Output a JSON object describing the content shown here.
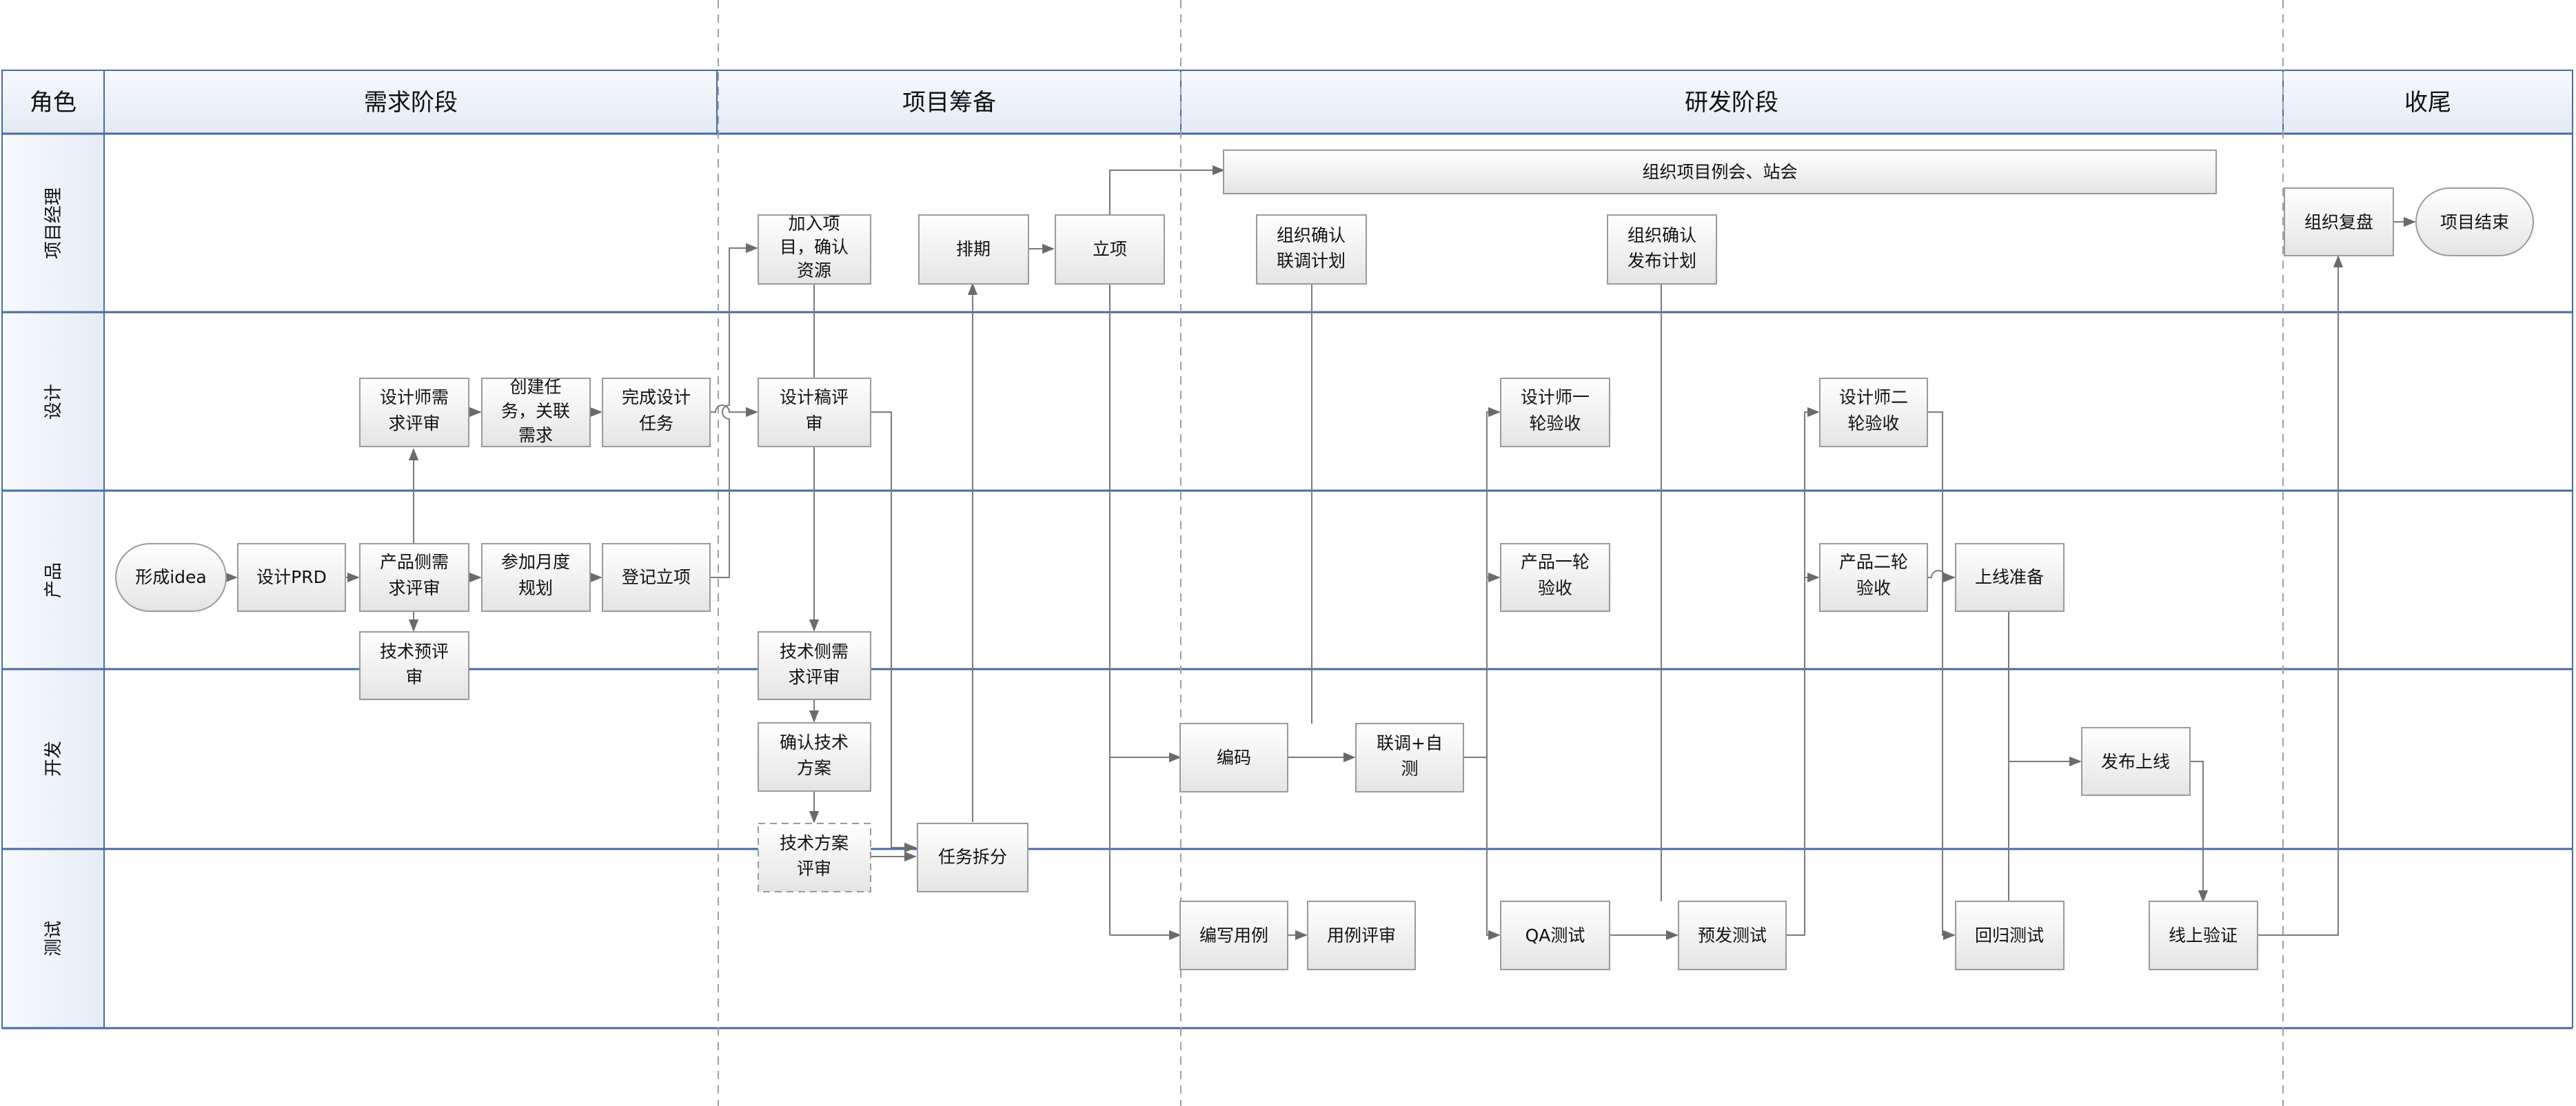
{
  "header": {
    "role": "角色",
    "phase_requirements": "需求阶段",
    "phase_preparation": "项目筹备",
    "phase_development": "研发阶段",
    "phase_closing": "收尾"
  },
  "lanes": {
    "pm": "项目经理",
    "design": "设计",
    "product": "产品",
    "dev": "开发",
    "test": "测试"
  },
  "nodes": {
    "form_idea": "形成idea",
    "design_prd": "设计PRD",
    "product_review_1": "产品侧需",
    "product_review_2": "求评审",
    "monthly_plan_1": "参加月度",
    "monthly_plan_2": "规划",
    "register_1": "登记立项",
    "tech_prereview_1": "技术预评",
    "tech_prereview_2": "审",
    "designer_review_1": "设计师需",
    "designer_review_2": "求评审",
    "create_task_1": "创建任",
    "create_task_2": "务，关联",
    "create_task_3": "需求",
    "finish_design_1": "完成设计",
    "finish_design_2": "任务",
    "join_project_1": "加入项",
    "join_project_2": "目，确认",
    "join_project_3": "资源",
    "schedule": "排期",
    "kickoff": "立项",
    "draft_review_1": "设计稿评",
    "draft_review_2": "审",
    "tech_req_review_1": "技术侧需",
    "tech_req_review_2": "求评审",
    "confirm_tech_1": "确认技术",
    "confirm_tech_2": "方案",
    "tech_plan_review_1": "技术方案",
    "tech_plan_review_2": "评审",
    "task_split": "任务拆分",
    "meetings": "组织项目例会、站会",
    "confirm_joint_1": "组织确认",
    "confirm_joint_2": "联调计划",
    "confirm_release_1": "组织确认",
    "confirm_release_2": "发布计划",
    "coding": "编码",
    "joint_debug_1": "联调+自",
    "joint_debug_2": "测",
    "write_cases": "编写用例",
    "case_review": "用例评审",
    "designer_accept1_1": "设计师一",
    "designer_accept1_2": "轮验收",
    "product_accept1_1": "产品一轮",
    "product_accept1_2": "验收",
    "qa_test": "QA测试",
    "pre_release_test": "预发测试",
    "designer_accept2_1": "设计师二",
    "designer_accept2_2": "轮验收",
    "product_accept2_1": "产品二轮",
    "product_accept2_2": "验收",
    "launch_prep": "上线准备",
    "regression_test": "回归测试",
    "release": "发布上线",
    "online_verify": "线上验证",
    "retrospective": "组织复盘",
    "project_end": "项目结束"
  },
  "colors": {
    "lane_border": "#4a6aa0",
    "header_fill": "#edf2f9",
    "box_fill_top": "#ffffff",
    "box_fill_bottom": "#e6e6e6",
    "connector": "#7a7a7a"
  }
}
